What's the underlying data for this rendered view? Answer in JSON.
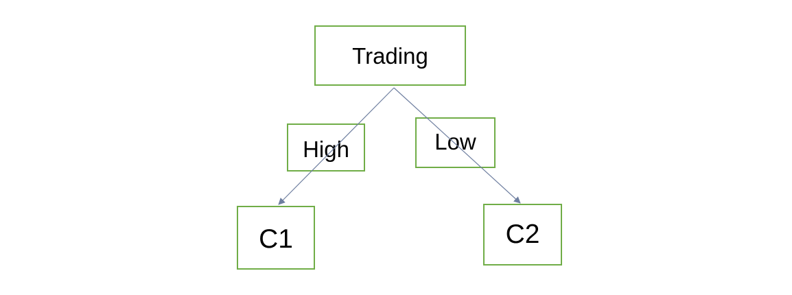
{
  "diagram": {
    "nodes": {
      "root": {
        "label": "Trading"
      },
      "branch_high": {
        "label": "High"
      },
      "branch_low": {
        "label": "Low"
      },
      "leaf_c1": {
        "label": "C1"
      },
      "leaf_c2": {
        "label": "C2"
      }
    },
    "edges": [
      {
        "from": "root",
        "to": "leaf_c1",
        "label": "High"
      },
      {
        "from": "root",
        "to": "leaf_c2",
        "label": "Low"
      }
    ],
    "colors": {
      "node_border": "#70ad47",
      "edge": "#6f7fa0",
      "text": "#000000",
      "background": "#ffffff"
    }
  }
}
